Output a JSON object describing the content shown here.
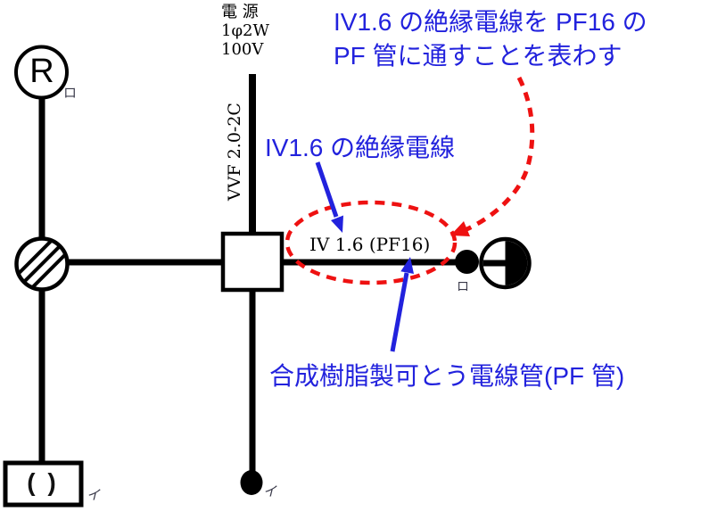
{
  "power_source": {
    "name_label": "電 源",
    "phase_label": "1φ2W",
    "voltage_label": "100V"
  },
  "cable_label": "VVF 2.0-2C",
  "wire_label": "IV 1.6 (PF16)",
  "annotations": {
    "top_note_line1": "IV1.6 の絶縁電線を PF16 の",
    "top_note_line2": "PF 管に通すことを表わす",
    "mid_note": "IV1.6 の絶縁電線",
    "bottom_note": "合成樹脂製可とう電線管(PF 管)"
  },
  "devices": {
    "lamp_receptacle": {
      "symbol_text": "R",
      "tag": "ロ"
    },
    "wall_light": {
      "tag": "ロ"
    },
    "ceiling_rose": {
      "symbol_text": "( )",
      "tag": "イ"
    },
    "switch": {
      "tag": "イ"
    }
  },
  "colors": {
    "annotation_blue": "#2222dd",
    "annotation_red": "#ee1111",
    "wire_black": "#000000"
  }
}
